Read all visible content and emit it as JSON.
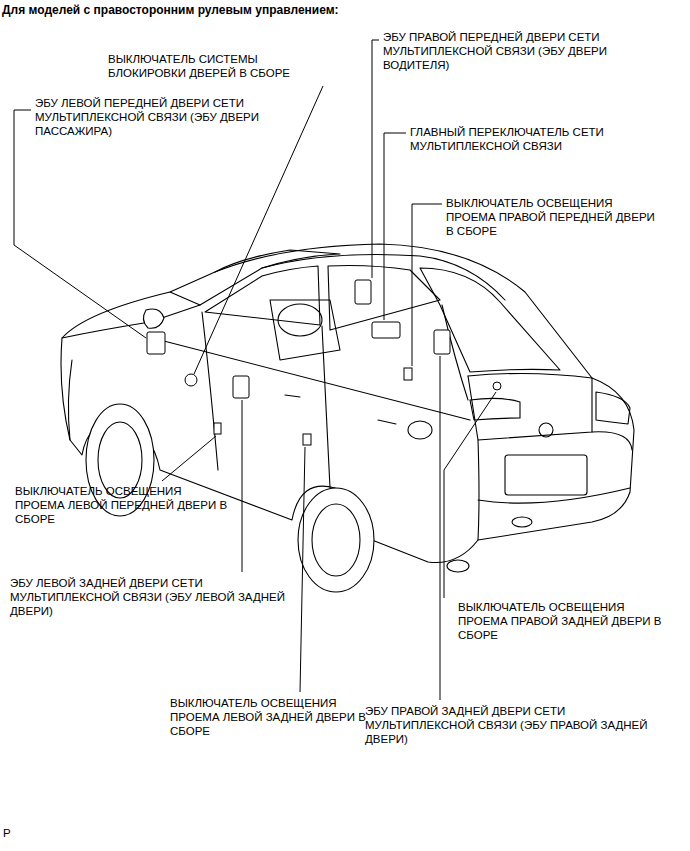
{
  "diagram": {
    "title": "Для моделей с правосторонним рулевым управлением:",
    "labels": [
      "ВЫКЛЮЧАТЕЛЬ СИСТЕМЫ БЛОКИРОВКИ ДВЕРЕЙ В СБОРЕ",
      "ЭБУ ЛЕВОЙ ПЕРЕДНЕЙ ДВЕРИ СЕТИ МУЛЬТИПЛЕКСНОЙ СВЯЗИ (ЭБУ ДВЕРИ ПАССАЖИРА)",
      "ЭБУ ПРАВОЙ ПЕРЕДНЕЙ ДВЕРИ СЕТИ МУЛЬТИПЛЕКСНОЙ СВЯЗИ (ЭБУ ДВЕРИ ВОДИТЕЛЯ)",
      "ГЛАВНЫЙ ПЕРЕКЛЮЧАТЕЛЬ СЕТИ МУЛЬТИПЛЕКСНОЙ СВЯЗИ",
      "ВЫКЛЮЧАТЕЛЬ ОСВЕЩЕНИЯ ПРОЕМА ПРАВОЙ ПЕРЕДНЕЙ ДВЕРИ В СБОРЕ",
      "ВЫКЛЮЧАТЕЛЬ ОСВЕЩЕНИЯ ПРОЕМА ЛЕВОЙ ПЕРЕДНЕЙ ДВЕРИ В СБОРЕ",
      "ЭБУ ЛЕВОЙ ЗАДНЕЙ ДВЕРИ СЕТИ МУЛЬТИПЛЕКСНОЙ СВЯЗИ (ЭБУ ЛЕВОЙ ЗАДНЕЙ ДВЕРИ)",
      "ВЫКЛЮЧАТЕЛЬ ОСВЕЩЕНИЯ ПРОЕМА ПРАВОЙ ЗАДНЕЙ ДВЕРИ В СБОРЕ",
      "ВЫКЛЮЧАТЕЛЬ ОСВЕЩЕНИЯ ПРОЕМА ЛЕВОЙ ЗАДНЕЙ ДВЕРИ В СБОРЕ",
      "ЭБУ ПРАВОЙ ЗАДНЕЙ ДВЕРИ СЕТИ МУЛЬТИПЛЕКСНОЙ СВЯЗИ (ЭБУ ПРАВОЙ ЗАДНЕЙ ДВЕРИ)",
      "P"
    ]
  }
}
